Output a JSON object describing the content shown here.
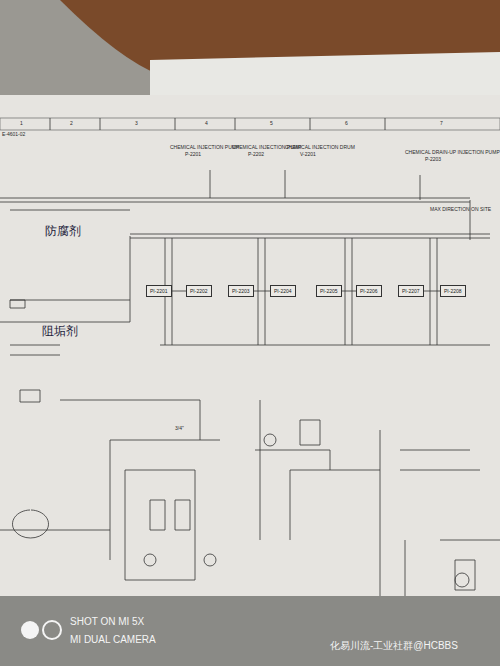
{
  "diagram": {
    "nodes": [
      {
        "text": [
          "PI-2201"
        ]
      },
      {
        "text": [
          "PI-2202"
        ]
      },
      {
        "text": [
          "PI-2203"
        ]
      },
      {
        "text": [
          "PI-2204"
        ]
      },
      {
        "text": [
          "PI-2205"
        ]
      },
      {
        "text": [
          "PI-2206"
        ]
      },
      {
        "text": [
          "PI-2207"
        ]
      },
      {
        "text": [
          "PI-2208"
        ]
      }
    ],
    "edges": [
      {
        "from": 0,
        "to": 1,
        "arrow": "none"
      },
      {
        "from": 2,
        "to": 3,
        "arrow": "none"
      },
      {
        "from": 4,
        "to": 5,
        "arrow": "none"
      },
      {
        "from": 6,
        "to": 7,
        "arrow": "none"
      }
    ],
    "labels": [
      "1",
      "2",
      "3",
      "4",
      "5",
      "6",
      "7",
      "E-4601-02",
      "CHEMICAL INJECTION PUMP",
      "P-2201",
      "CHEMICAL INJECTION PUMP",
      "P-2202",
      "CHEMICAL INJECTION DRUM",
      "V-2201",
      "CHEMICAL DRAIN-UP INJECTION PUMP",
      "P-2203",
      "防腐剂",
      "阻垢剂",
      "MAX DIRECTION ON SITE",
      "3/4\"",
      "SHOT ON MI 5X",
      "MI DUAL CAMERA",
      "化易川流-工业社群@HCBBS"
    ]
  }
}
